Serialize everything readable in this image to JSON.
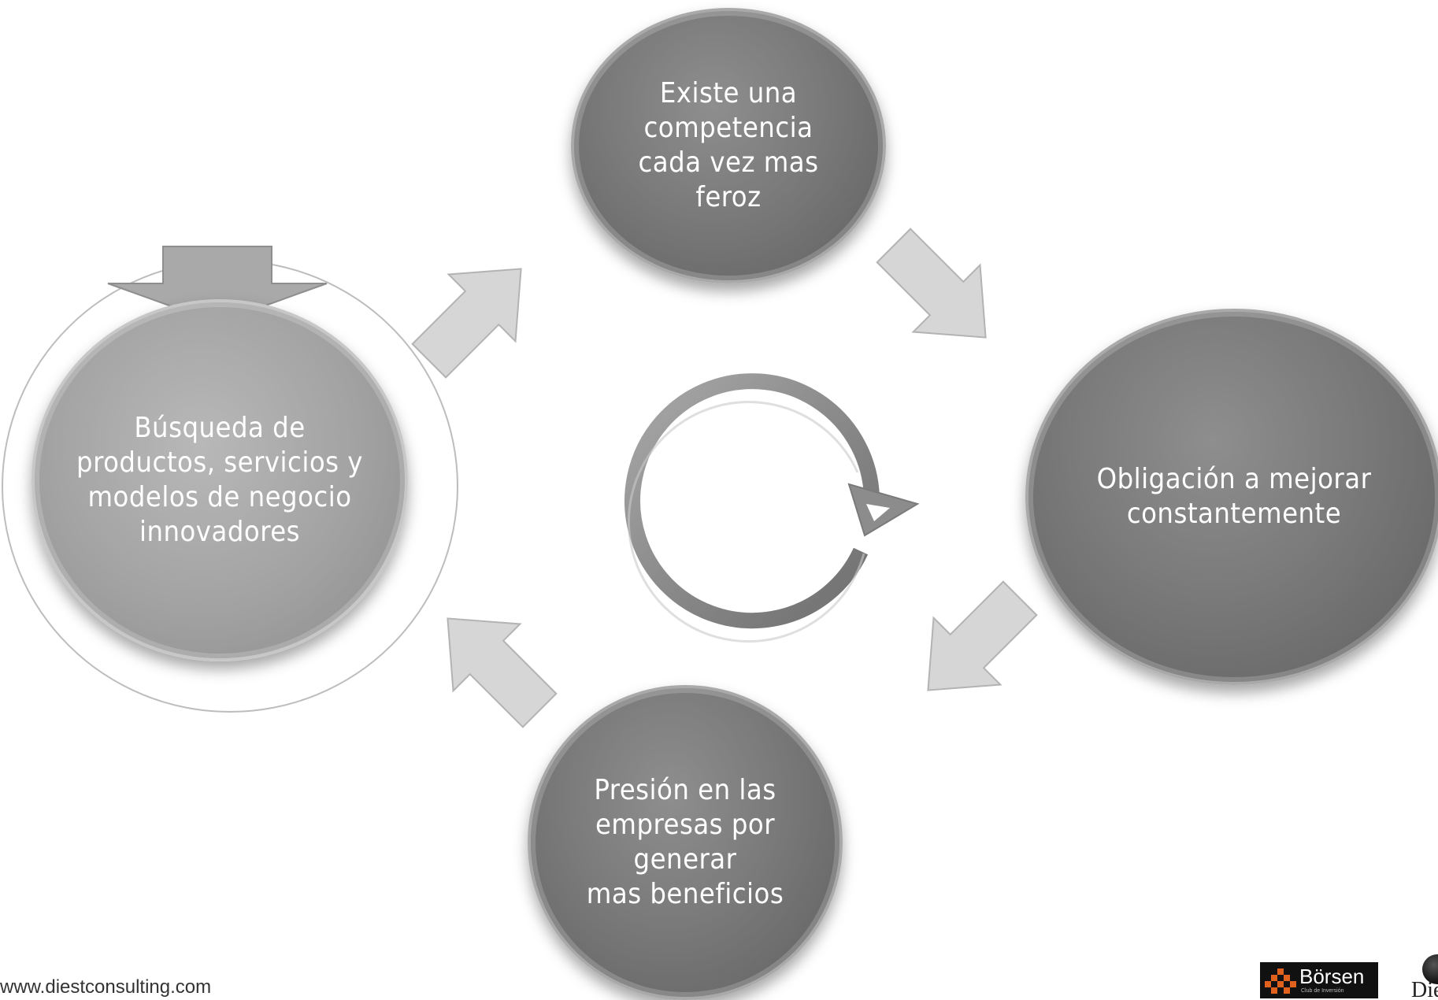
{
  "diagram": {
    "nodes": {
      "top": "Existe una\ncompetencia\ncada vez mas\nferoz",
      "right": "Obligación a mejorar\nconstantemente",
      "bottom": "Presión en las\nempresas por generar\nmas beneficios",
      "left": "Búsqueda de\nproductos, servicios y\nmodelos de negocio\ninnovadores"
    },
    "colors": {
      "node_dark": "#7a7a7a",
      "node_light": "#a6a6a6",
      "arrow_fill": "#d6d6d6",
      "arrow_stroke": "#b3b3b3",
      "cycle_arrow": "#8c8c8c"
    }
  },
  "footer": {
    "url": "www.diestconsulting.com",
    "logo_borsen": "Börsen",
    "logo_borsen_sub": "Club de Inversión",
    "logo_diest": "Diest"
  }
}
